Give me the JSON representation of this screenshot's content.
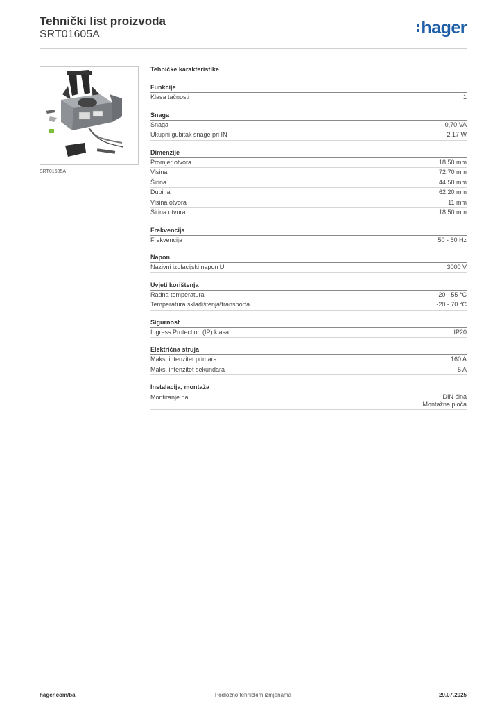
{
  "header": {
    "title": "Tehnički list proizvoda",
    "subtitle": "SRT01605A",
    "logo_text": "hager"
  },
  "product": {
    "image_icon": "current-transformer-image",
    "caption": "SRT01605A"
  },
  "specs": {
    "title": "Tehničke karakteristike",
    "sections": [
      {
        "heading": "Funkcije",
        "rows": [
          {
            "label": "Klasa tačnosti",
            "value": "1"
          }
        ]
      },
      {
        "heading": "Snaga",
        "rows": [
          {
            "label": "Snaga",
            "value": "0,70 VA"
          },
          {
            "label": "Ukupni gubitak snage pri IN",
            "value": "2,17 W"
          }
        ]
      },
      {
        "heading": "Dimenzije",
        "rows": [
          {
            "label": "Promjer otvora",
            "value": "18,50 mm"
          },
          {
            "label": "Visina",
            "value": "72,70 mm"
          },
          {
            "label": "Širina",
            "value": "44,50 mm"
          },
          {
            "label": "Dubina",
            "value": "62,20 mm"
          },
          {
            "label": "Visina otvora",
            "value": "11 mm"
          },
          {
            "label": "Širina otvora",
            "value": "18,50 mm"
          }
        ]
      },
      {
        "heading": "Frekvencija",
        "rows": [
          {
            "label": "Frekvencija",
            "value": "50 - 60 Hz"
          }
        ]
      },
      {
        "heading": "Napon",
        "rows": [
          {
            "label": "Nazivni izolacijski napon Ui",
            "value": "3000 V"
          }
        ]
      },
      {
        "heading": "Uvjeti korištenja",
        "rows": [
          {
            "label": "Radna temperatura",
            "value": "-20 - 55 °C"
          },
          {
            "label": "Temperatura skladištenja/transporta",
            "value": "-20 - 70 °C"
          }
        ]
      },
      {
        "heading": "Sigurnost",
        "rows": [
          {
            "label": "Ingress Protection (IP) klasa",
            "value": "IP20"
          }
        ]
      },
      {
        "heading": "Električna struja",
        "rows": [
          {
            "label": "Maks. intenzitet primara",
            "value": "160 A"
          },
          {
            "label": "Maks. intenzitet sekundara",
            "value": "5 A"
          }
        ]
      },
      {
        "heading": "Instalacija, montaža",
        "rows": [
          {
            "label": "Montiranje na",
            "values": [
              "DIN šina",
              "Montažna ploča"
            ]
          }
        ]
      }
    ]
  },
  "footer": {
    "website": "hager.com/ba",
    "note": "Podložno tehničkim izmjenama",
    "date": "29.07.2025"
  },
  "colors": {
    "brand": "#1f5fa8",
    "text": "#333333",
    "rule_strong": "#8a8a8a",
    "rule_light": "#d6d6d6"
  }
}
